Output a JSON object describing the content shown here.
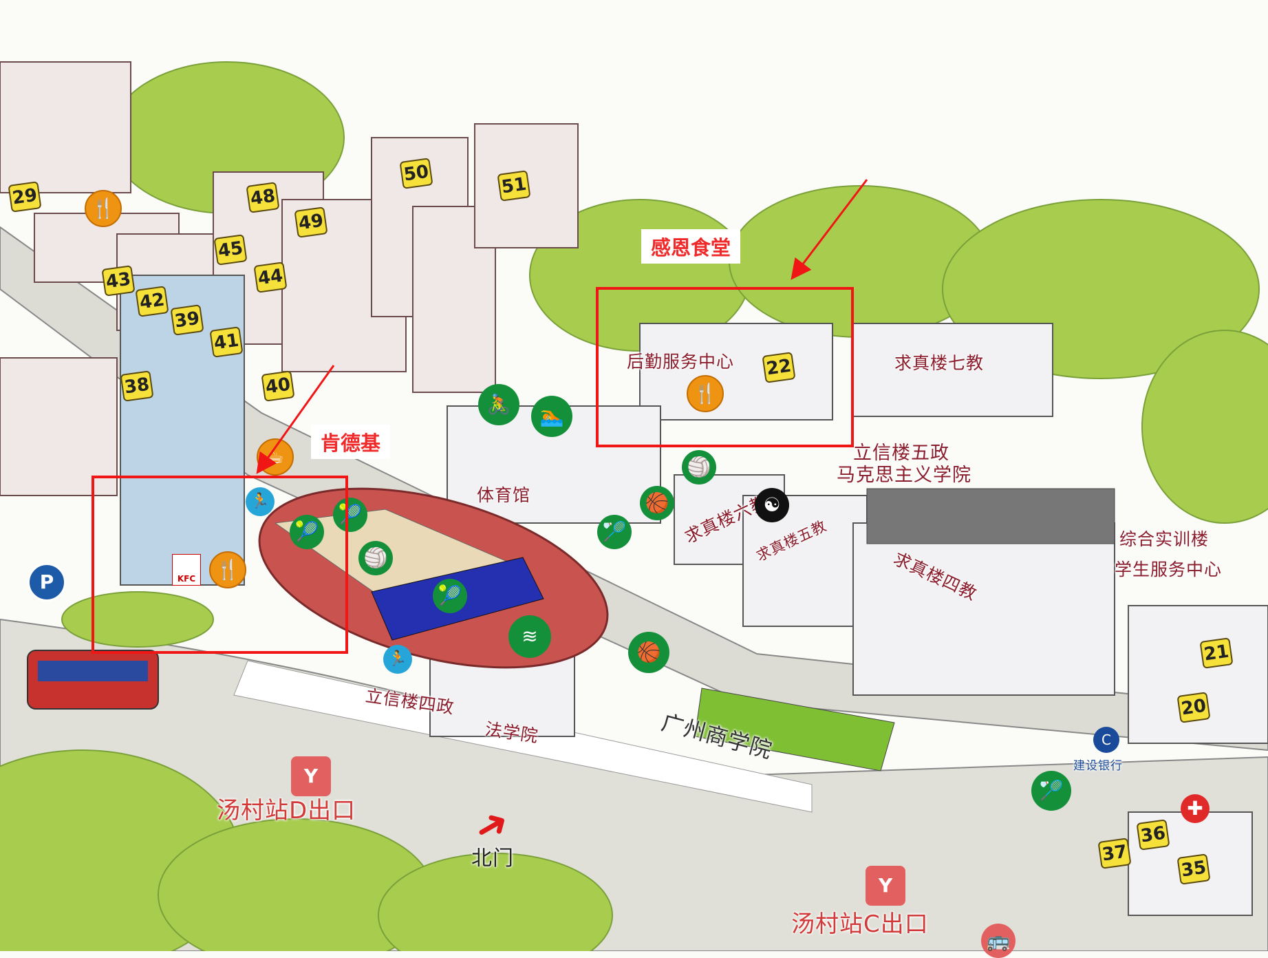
{
  "annotations": {
    "canteen_callout": "感恩食堂",
    "kfc_callout": "肯德基",
    "highlight_color": "#f01616"
  },
  "labels": {
    "logistics": "后勤服务中心",
    "qiuzhen7": "求真楼七教",
    "lixin5": "立信楼五政",
    "marxism": "马克思主义学院",
    "qiuzhen6": "求真楼六教",
    "qiuzhen5": "求真楼五教",
    "gym": "体育馆",
    "qiuzhen4": "求真楼四教",
    "training": "综合实训楼",
    "student_service": "学生服务中心",
    "lixin4": "立信楼四政",
    "law": "法学院",
    "exit_d": "汤村站D出口",
    "north_gate": "北门",
    "exit_c": "汤村站C出口",
    "school_sign": "广州商学院",
    "bank": "建设银行",
    "kfc_logo": "KFC"
  },
  "building_numbers": [
    "29",
    "43",
    "42",
    "45",
    "44",
    "48",
    "49",
    "50",
    "51",
    "39",
    "41",
    "38",
    "40",
    "22",
    "21",
    "20",
    "37",
    "36",
    "35"
  ],
  "icons": {
    "restaurant": "fork-knife-icon",
    "parking": "P",
    "sports": [
      "triathlon-icon",
      "swimming-icon",
      "volleyball-icon",
      "basketball-icon",
      "badminton-icon",
      "tennis-icon",
      "running-track-icon"
    ],
    "metro": "metro-icon",
    "bus": "bus-icon",
    "hospital": "hospital-icon",
    "delivery": "delivery-icon",
    "taiji": "taiji-icon"
  }
}
